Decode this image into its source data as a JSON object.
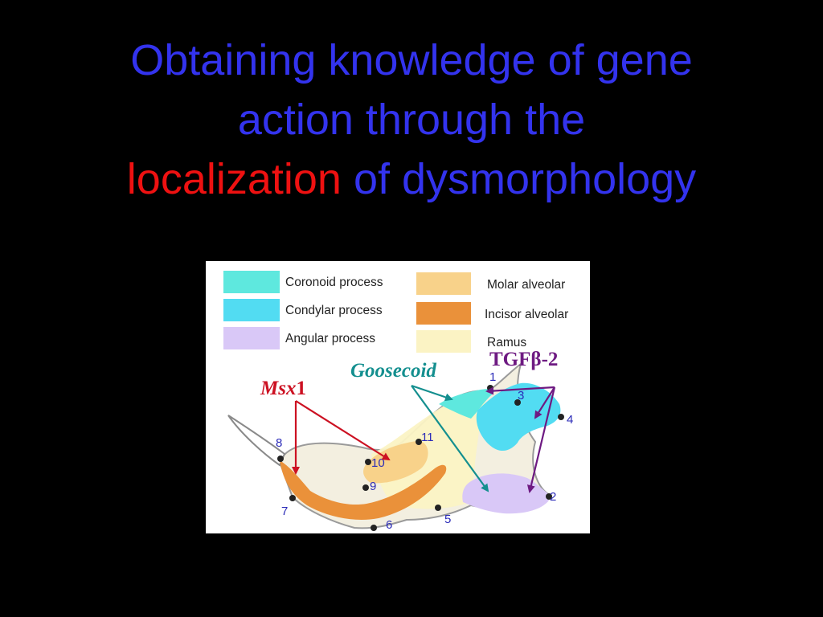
{
  "slide": {
    "title_line1": "Obtaining knowledge of gene",
    "title_line2": "action through the",
    "title_line3_highlight": "localization",
    "title_line3_rest": " of dysmorphology",
    "colors": {
      "background": "#000000",
      "title_blue": "#3333ee",
      "highlight_red": "#ee1111"
    }
  },
  "figure": {
    "legend": [
      {
        "label": "Coronoid process",
        "color": "#5ee8de"
      },
      {
        "label": "Condylar process",
        "color": "#52dcf2"
      },
      {
        "label": "Angular process",
        "color": "#d9c8f7"
      },
      {
        "label": "Molar alveolar",
        "color": "#f8d28a"
      },
      {
        "label": "Incisor alveolar",
        "color": "#ea913a"
      },
      {
        "label": "Ramus",
        "color": "#fbf3c4"
      }
    ],
    "genes": [
      {
        "name_italic": "Msx",
        "name_suffix": "1",
        "color": "#cc1122"
      },
      {
        "name_italic": "Goosecoid",
        "name_suffix": "",
        "color": "#148f8f"
      },
      {
        "name_italic": "",
        "name_suffix": "TGFβ-2",
        "color": "#6e1a82"
      }
    ],
    "landmarks": [
      "1",
      "2",
      "3",
      "4",
      "5",
      "6",
      "7",
      "8",
      "9",
      "10",
      "11"
    ]
  }
}
